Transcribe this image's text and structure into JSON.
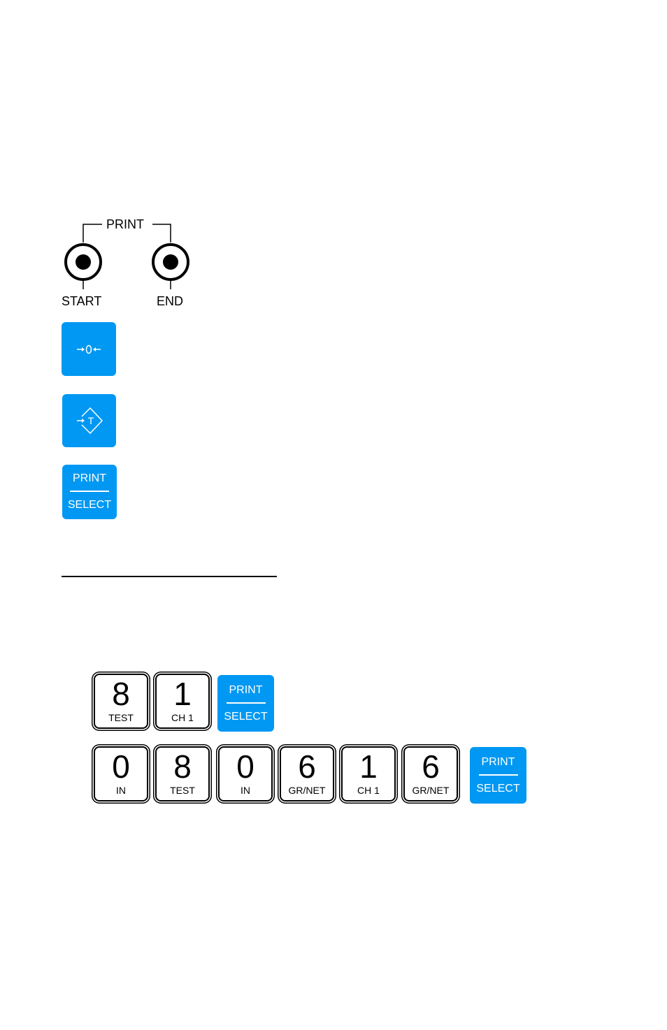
{
  "print_diagram": {
    "title": "PRINT",
    "start_label": "START",
    "end_label": "END"
  },
  "keys": {
    "zero_key_icon": "zero-arrows-icon",
    "tare_key_icon": "tare-diamond-icon",
    "tare_key_letter": "T",
    "print_select": {
      "top": "PRINT",
      "bottom": "SELECT"
    }
  },
  "sequence_1": [
    {
      "digit": "8",
      "sub": "TEST"
    },
    {
      "digit": "1",
      "sub": "CH 1"
    }
  ],
  "sequence_2": [
    {
      "digit": "0",
      "sub": "IN"
    },
    {
      "digit": "8",
      "sub": "TEST"
    },
    {
      "digit": "0",
      "sub": "IN"
    },
    {
      "digit": "6",
      "sub": "GR/NET"
    },
    {
      "digit": "1",
      "sub": "CH 1"
    },
    {
      "digit": "6",
      "sub": "GR/NET"
    }
  ],
  "colors": {
    "key_blue": "#0098f2"
  }
}
